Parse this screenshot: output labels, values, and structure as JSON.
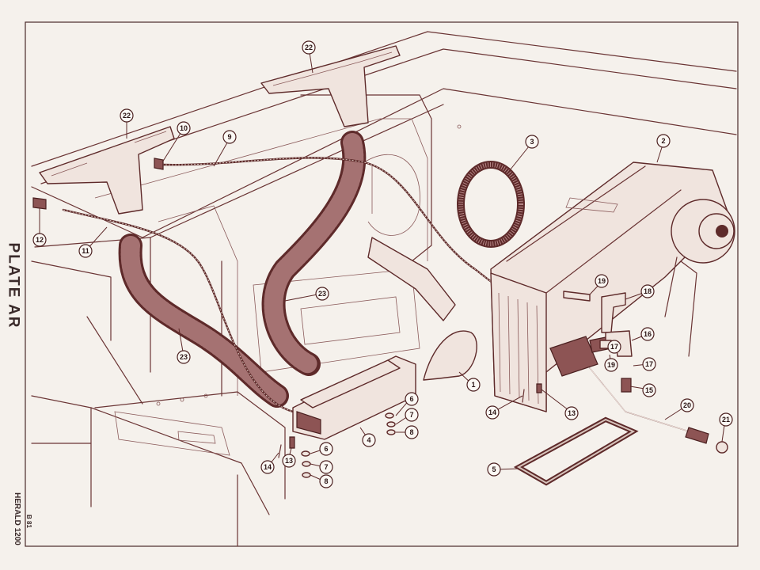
{
  "plate": {
    "title": "PLATE  AR",
    "model": "HERALD 1200",
    "code": "B 81"
  },
  "callouts": [
    {
      "label": "1"
    },
    {
      "label": "2"
    },
    {
      "label": "3"
    },
    {
      "label": "4"
    },
    {
      "label": "5"
    },
    {
      "label": "6"
    },
    {
      "label": "7"
    },
    {
      "label": "8"
    },
    {
      "label": "6"
    },
    {
      "label": "7"
    },
    {
      "label": "8"
    },
    {
      "label": "9"
    },
    {
      "label": "10"
    },
    {
      "label": "11"
    },
    {
      "label": "12"
    },
    {
      "label": "13"
    },
    {
      "label": "13"
    },
    {
      "label": "14"
    },
    {
      "label": "14"
    },
    {
      "label": "15"
    },
    {
      "label": "16"
    },
    {
      "label": "17"
    },
    {
      "label": "17"
    },
    {
      "label": "18"
    },
    {
      "label": "19"
    },
    {
      "label": "19"
    },
    {
      "label": "20"
    },
    {
      "label": "21"
    },
    {
      "label": "22"
    },
    {
      "label": "22"
    },
    {
      "label": "23"
    },
    {
      "label": "23"
    }
  ]
}
